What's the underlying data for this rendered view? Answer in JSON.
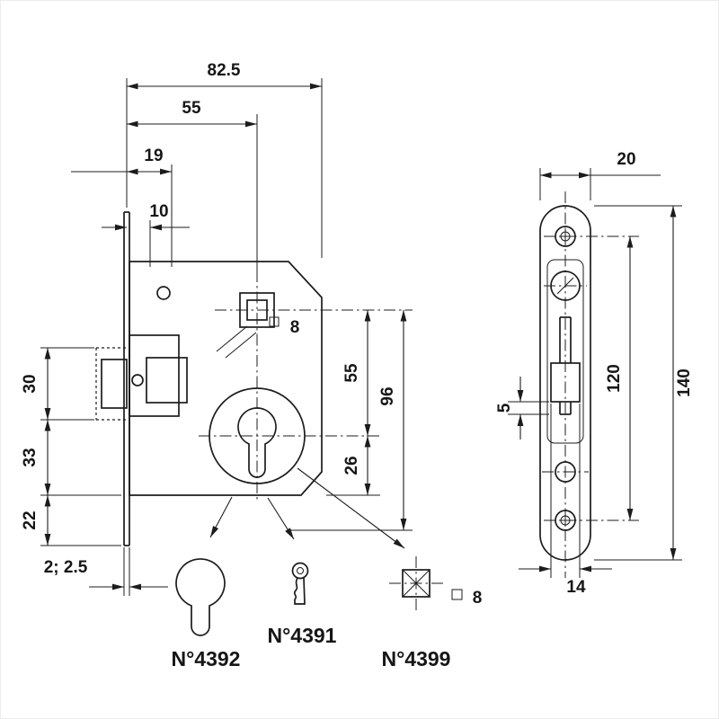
{
  "drawing": {
    "title": "mortise-lock-technical-drawing"
  },
  "side_view": {
    "dim_total_depth": "82.5",
    "dim_backset": "55",
    "dim_19": "19",
    "dim_10": "10",
    "dim_latch_height": "30",
    "dim_33": "33",
    "dim_22": "22",
    "dim_faceplate_thickness": "2; 2.5",
    "dim_spindle_to_cylinder": "55",
    "dim_96": "96",
    "dim_26": "26",
    "spindle_square_size": "8"
  },
  "front_view": {
    "dim_plate_width": "20",
    "dim_plate_height": "140",
    "dim_screw_spacing": "120",
    "dim_5": "5",
    "dim_latch_width": "14"
  },
  "accessories": {
    "cylinder_label": "N°4392",
    "key_label": "N°4391",
    "spindle_label": "N°4399",
    "spindle_square_size": "8"
  }
}
